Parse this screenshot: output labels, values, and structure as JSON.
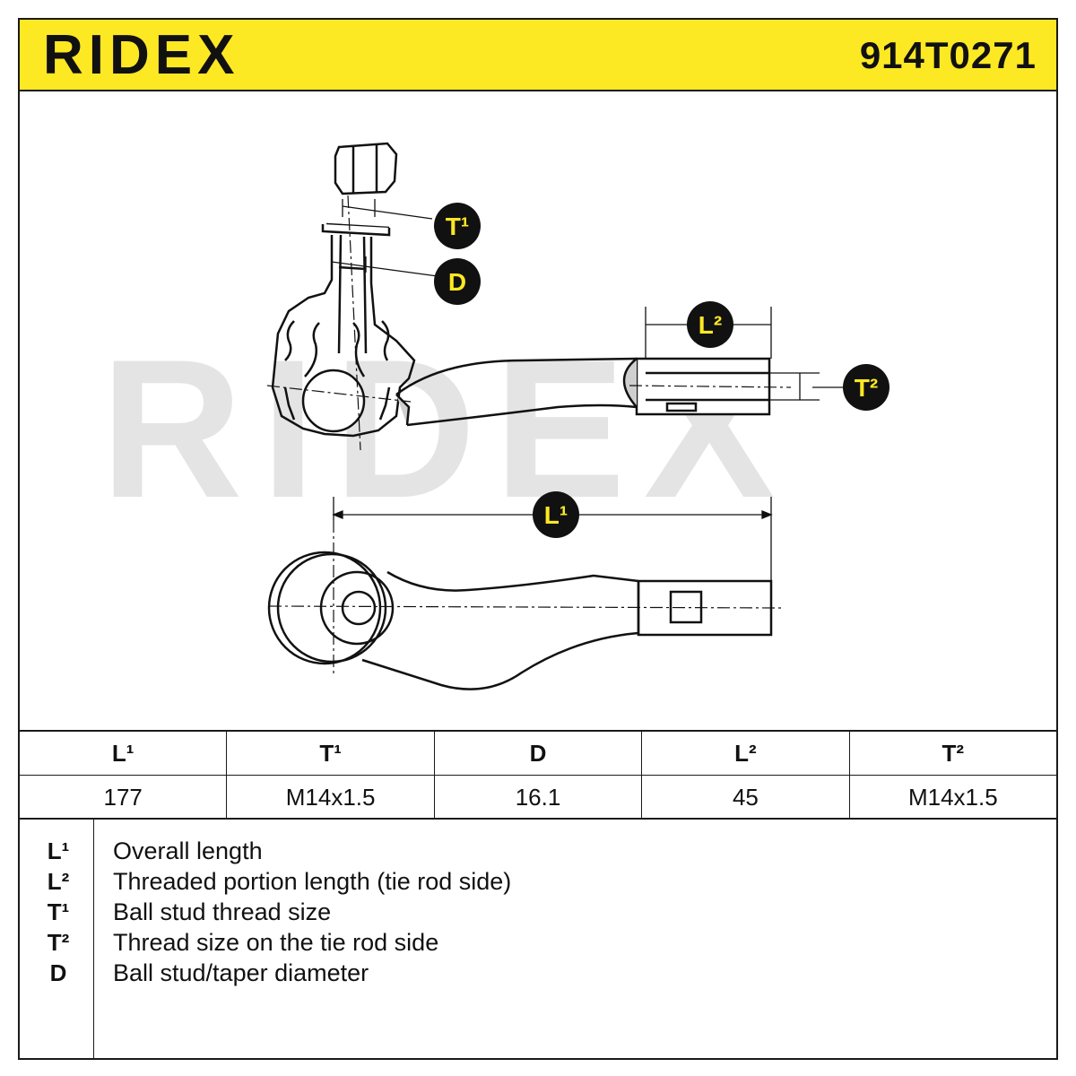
{
  "header": {
    "brand": "RIDEX",
    "part_number": "914T0271"
  },
  "diagram": {
    "watermark": "RIDEX",
    "labels": {
      "t1": "T¹",
      "d": "D",
      "l2": "L²",
      "t2": "T²",
      "l1": "L¹"
    },
    "colors": {
      "badge_bg": "#111111",
      "badge_text": "#fde824",
      "watermark": "#e4e4e4",
      "header_bg": "#fde824"
    }
  },
  "dimensions": {
    "headers": [
      "L¹",
      "T¹",
      "D",
      "L²",
      "T²"
    ],
    "values": [
      "177",
      "M14x1.5",
      "16.1",
      "45",
      "M14x1.5"
    ]
  },
  "legend": [
    {
      "key": "L¹",
      "text": "Overall length"
    },
    {
      "key": "L²",
      "text": "Threaded portion length (tie rod side)"
    },
    {
      "key": "T¹",
      "text": "Ball stud thread size"
    },
    {
      "key": "T²",
      "text": "Thread size on the tie rod side"
    },
    {
      "key": "D",
      "text": "Ball stud/taper diameter"
    }
  ]
}
